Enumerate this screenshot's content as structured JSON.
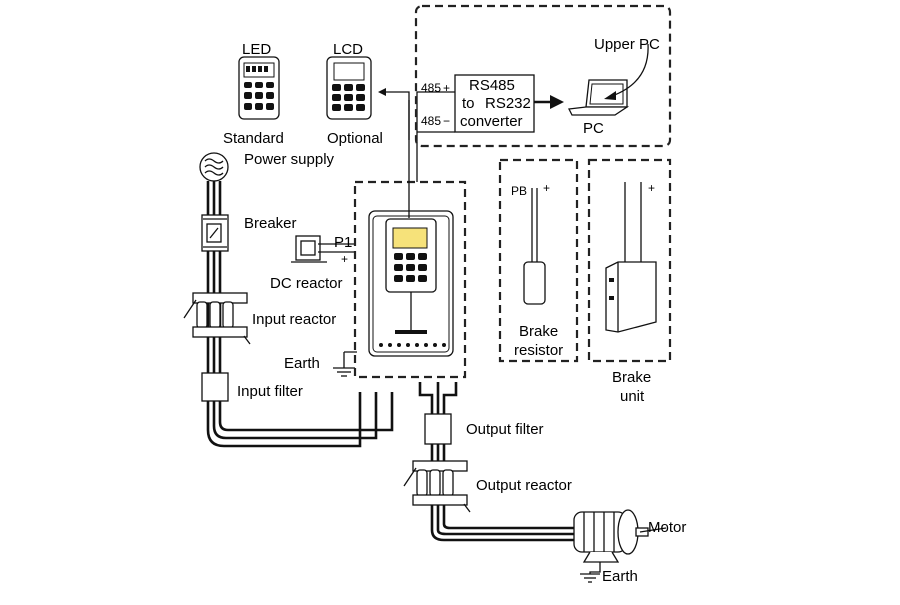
{
  "labels": {
    "led": "LED",
    "lcd": "LCD",
    "standard": "Standard",
    "optional": "Optional",
    "power_supply": "Power supply",
    "breaker": "Breaker",
    "p1": "P1",
    "plus": "+",
    "dc_reactor": "DC reactor",
    "input_reactor": "Input reactor",
    "earth": "Earth",
    "input_filter": "Input filter",
    "output_filter": "Output filter",
    "output_reactor": "Output reactor",
    "motor": "Motor",
    "earth_motor": "Earth",
    "port_485_top": "485",
    "port_485_bottom": "485",
    "port_plus": "+",
    "port_minus": "−",
    "rs485": "RS485",
    "to": "to",
    "rs232": "RS232",
    "converter": "converter",
    "upper_pc": "Upper PC",
    "pc": "PC",
    "pb": "PB",
    "brake_resistor_1": "Brake",
    "brake_resistor_2": "resistor",
    "brake_unit_1": "Brake",
    "brake_unit_2": "unit"
  }
}
